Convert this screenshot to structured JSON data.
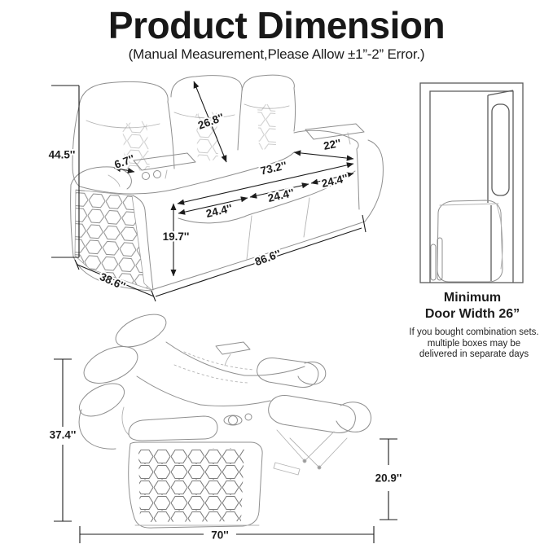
{
  "header": {
    "title": "Product Dimension",
    "subtitle": "(Manual Measurement,Please Allow ±1”-2” Error.)"
  },
  "front_view": {
    "overall_height": "44.5''",
    "back_length": "26.8''",
    "armrest_width": "6.7''",
    "seat_depth": "22''",
    "inner_width": "73.2''",
    "seat_width_left": "24.4''",
    "seat_width_middle": "24.4''",
    "seat_width_right": "24.4''",
    "seat_front_height": "19.7''",
    "overall_width": "86.6''",
    "overall_depth": "38.6''"
  },
  "doorway": {
    "caption_line1": "Minimum",
    "caption_line2": "Door Width 26”",
    "note_line1": "If you bought combination sets.",
    "note_line2": "multiple boxes may be",
    "note_line3": "delivered in separate days"
  },
  "side_view": {
    "overall_height": "37.4''",
    "footrest_height": "20.9''",
    "base_width": "70''"
  }
}
